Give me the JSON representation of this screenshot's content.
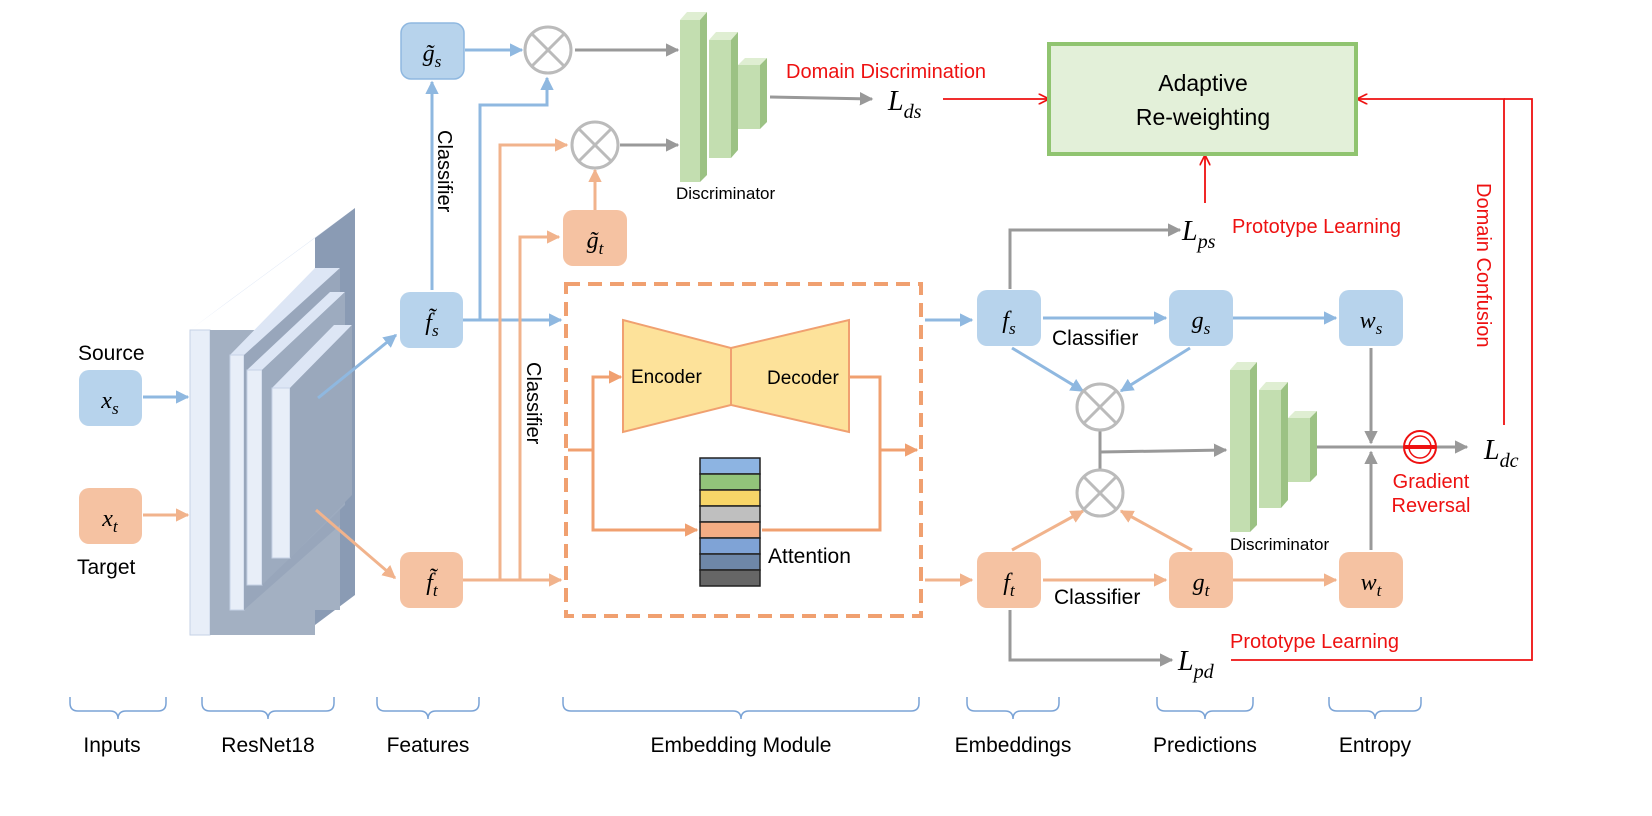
{
  "inputs": {
    "source_label": "Source",
    "target_label": "Target",
    "xs": {
      "base": "x",
      "sub": "s"
    },
    "xt": {
      "base": "x",
      "sub": "t"
    }
  },
  "features": {
    "fs": {
      "base": "f̃",
      "sub": "s"
    },
    "ft": {
      "base": "f̃",
      "sub": "t"
    },
    "gs": {
      "base": "g̃",
      "sub": "s"
    },
    "gt": {
      "base": "g̃",
      "sub": "t"
    }
  },
  "embeddings": {
    "fs": {
      "base": "f",
      "sub": "s"
    },
    "ft": {
      "base": "f",
      "sub": "t"
    }
  },
  "predictions": {
    "gs": {
      "base": "g",
      "sub": "s"
    },
    "gt": {
      "base": "g",
      "sub": "t"
    }
  },
  "entropy": {
    "ws": {
      "base": "w",
      "sub": "s"
    },
    "wt": {
      "base": "w",
      "sub": "t"
    }
  },
  "losses": {
    "lds": {
      "base": "L",
      "sub": "ds"
    },
    "lps": {
      "base": "L",
      "sub": "ps"
    },
    "lpd": {
      "base": "L",
      "sub": "pd"
    },
    "ldc": {
      "base": "L",
      "sub": "dc"
    }
  },
  "labels": {
    "classifier": "Classifier",
    "discriminator": "Discriminator",
    "encoder": "Encoder",
    "decoder": "Decoder",
    "attention": "Attention",
    "adaptive_line1": "Adaptive",
    "adaptive_line2": "Re-weighting",
    "domain_discrimination": "Domain Discrimination",
    "prototype_learning": "Prototype Learning",
    "domain_confusion": "Domain Confusion",
    "gradient_line1": "Gradient",
    "gradient_line2": "Reversal"
  },
  "sections": [
    "Inputs",
    "ResNet18",
    "Features",
    "Embedding Module",
    "Embeddings",
    "Predictions",
    "Entropy"
  ],
  "colors": {
    "source_fill": "#b7d3ec",
    "source_line": "#8fb8e0",
    "target_fill": "#f5c2a2",
    "target_line": "#f1b38c",
    "grey_line": "#999999",
    "red": "#ee1111",
    "discriminator_green": "#c3deb0",
    "adaptive_fill": "#e3f0d9",
    "adaptive_border": "#90c470",
    "encoder_fill": "#fde29a",
    "dashed_orange": "#f0a070",
    "attention_stack": [
      "#8db4e2",
      "#92c47a",
      "#f8d568",
      "#bfbfbf",
      "#f4ad84",
      "#7fa3d6",
      "#6e87a8",
      "#666666"
    ]
  }
}
